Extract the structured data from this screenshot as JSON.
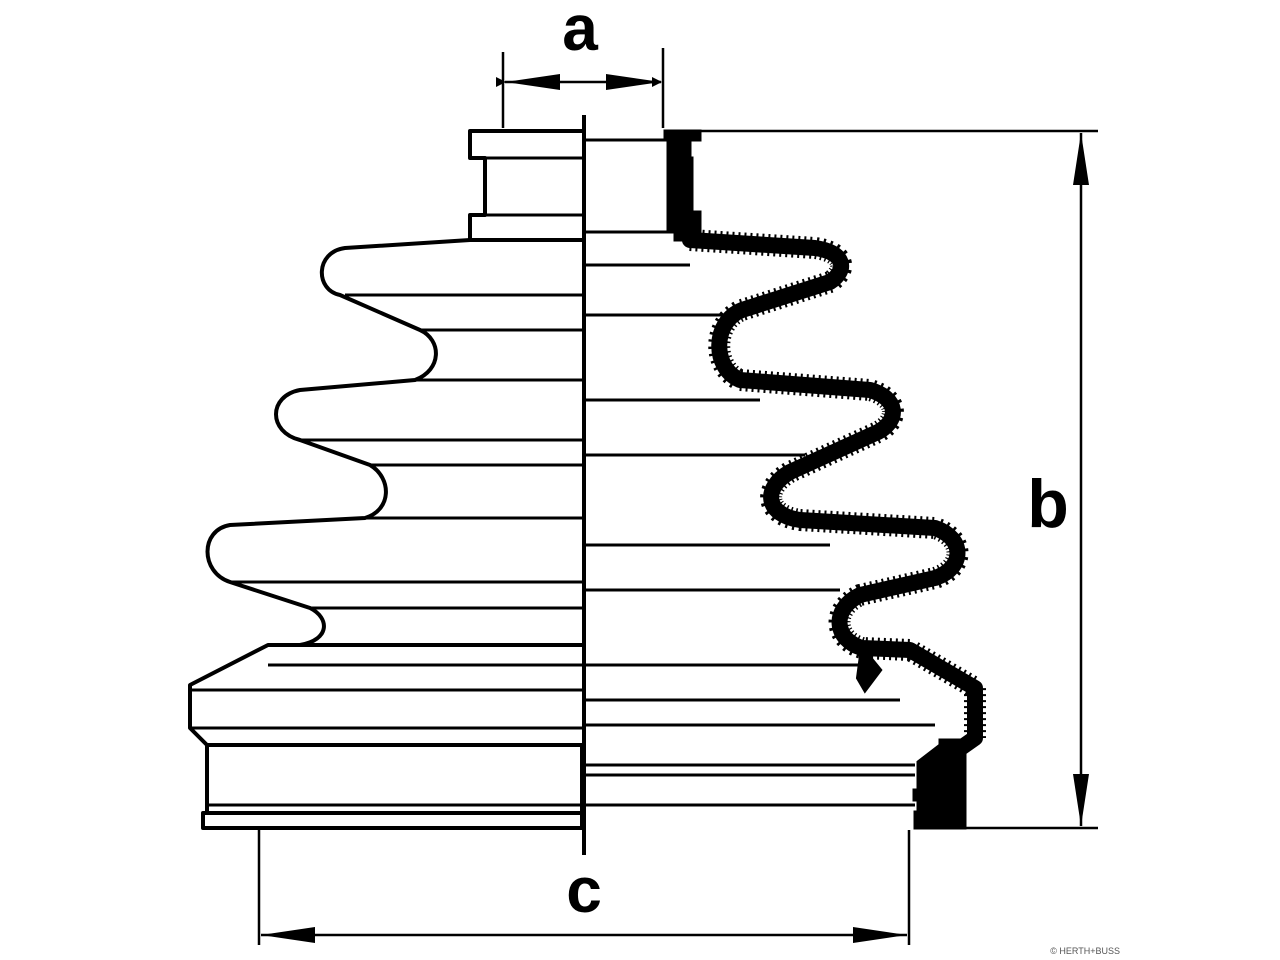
{
  "diagram": {
    "labels": {
      "a": "a",
      "b": "b",
      "c": "c"
    },
    "watermark": "© HERTH+BUSS",
    "colors": {
      "stroke": "#000000",
      "background": "#ffffff",
      "watermark": "#555555"
    }
  }
}
